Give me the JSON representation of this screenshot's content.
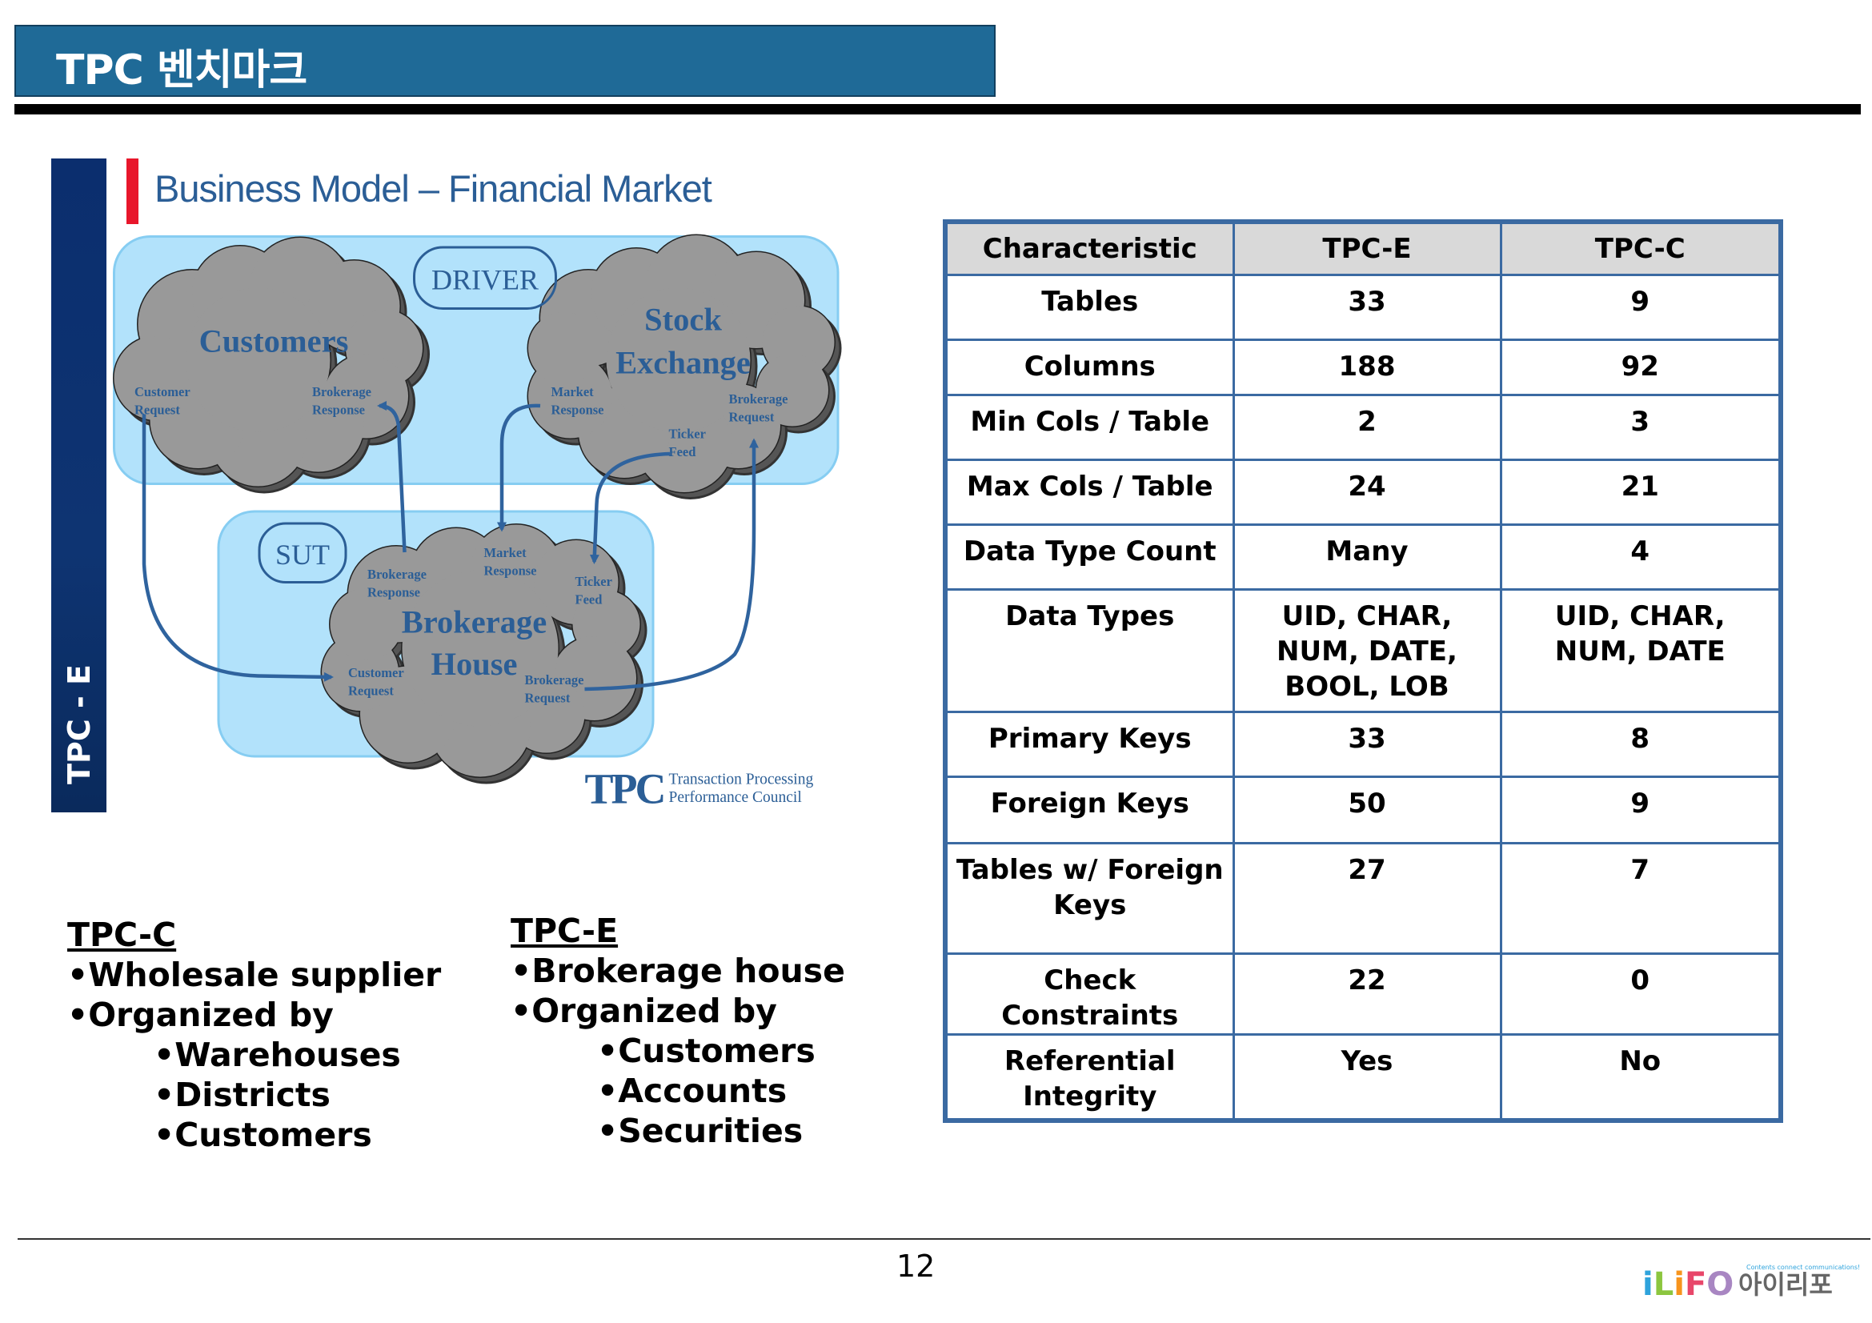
{
  "header": {
    "title": "TPC 벤치마크"
  },
  "sidebar": {
    "label": "TPC - E"
  },
  "section": {
    "heading": "Business Model – Financial Market"
  },
  "diagram": {
    "driver_label": "DRIVER",
    "sut_label": "SUT",
    "customers": {
      "title": "Customers",
      "port_left": [
        "Customer",
        "Request"
      ],
      "port_right": [
        "Brokerage",
        "Response"
      ]
    },
    "stock_exchange": {
      "title": [
        "Stock",
        "Exchange"
      ],
      "port_market": [
        "Market",
        "Response"
      ],
      "port_brokerage": [
        "Brokerage",
        "Request"
      ],
      "port_ticker": [
        "Ticker",
        "Feed"
      ]
    },
    "brokerage_house": {
      "title": [
        "Brokerage",
        "House"
      ],
      "port_brokerage_response": [
        "Brokerage",
        "Response"
      ],
      "port_market": [
        "Market",
        "Response"
      ],
      "port_ticker": [
        "Ticker",
        "Feed"
      ],
      "port_customer": [
        "Customer",
        "Request"
      ],
      "port_brokerage_request": [
        "Brokerage",
        "Request"
      ]
    },
    "tpc_logo": {
      "mark": "TPC",
      "line1": "Transaction Processing",
      "line2": "Performance Council"
    },
    "colors": {
      "box_fill": "#b2e2fb",
      "box_stroke": "#86cdf2",
      "cloud": "#999999",
      "text": "#2b5e96",
      "arrow": "#2f639e"
    }
  },
  "tpc_c": {
    "heading": "TPC-C",
    "items": [
      "•Wholesale supplier",
      "•Organized by"
    ],
    "sub_items": [
      "•Warehouses",
      "•Districts",
      "•Customers"
    ]
  },
  "tpc_e": {
    "heading": "TPC-E",
    "items": [
      "•Brokerage house",
      "•Organized by"
    ],
    "sub_items": [
      "•Customers",
      "•Accounts",
      "•Securities"
    ]
  },
  "table": {
    "headers": [
      "Characteristic",
      "TPC-E",
      "TPC-C"
    ],
    "rows": [
      [
        "Tables",
        "33",
        "9"
      ],
      [
        "Columns",
        "188",
        "92"
      ],
      [
        "Min Cols / Table",
        "2",
        "3"
      ],
      [
        "Max Cols / Table",
        "24",
        "21"
      ],
      [
        "Data Type Count",
        "Many",
        "4"
      ],
      [
        "Data Types",
        "UID, CHAR, NUM, DATE, BOOL, LOB",
        "UID, CHAR, NUM, DATE"
      ],
      [
        "Primary Keys",
        "33",
        "8"
      ],
      [
        "Foreign Keys",
        "50",
        "9"
      ],
      [
        "Tables w/ Foreign Keys",
        "27",
        "7"
      ],
      [
        "Check Constraints",
        "22",
        "0"
      ],
      [
        "Referential Integrity",
        "Yes",
        "No"
      ]
    ]
  },
  "footer": {
    "page_number": "12",
    "logo_text": "iLiFO 아이리포",
    "logo_tagline": "Contents connect communications!"
  }
}
